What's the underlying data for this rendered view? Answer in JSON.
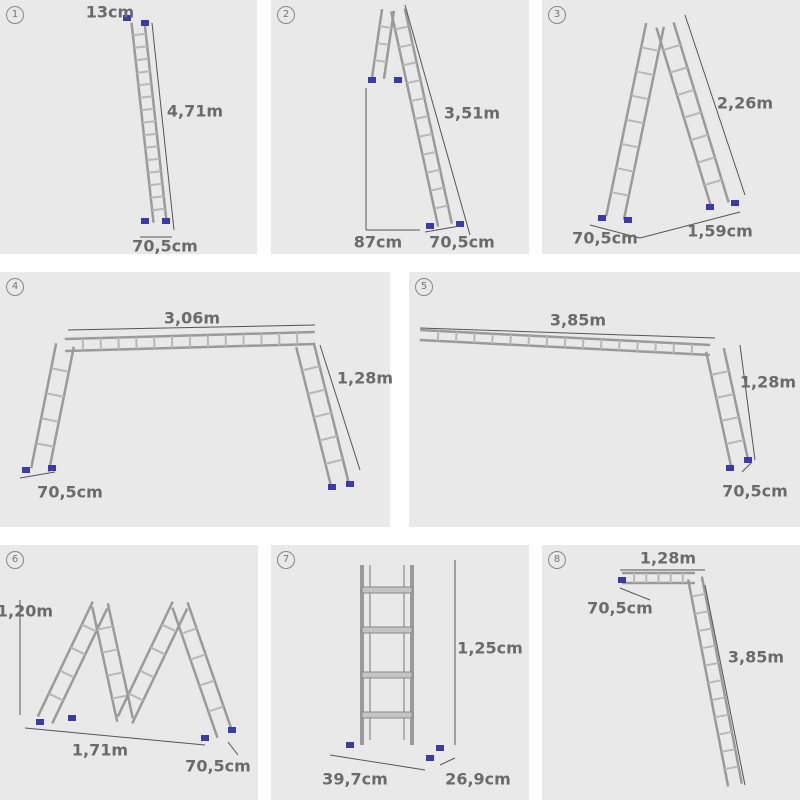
{
  "panels": [
    {
      "number": "1",
      "labels": [
        "13cm",
        "4,71m",
        "70,5cm"
      ]
    },
    {
      "number": "2",
      "labels": [
        "3,51m",
        "87cm",
        "70,5cm"
      ]
    },
    {
      "number": "3",
      "labels": [
        "2,26m",
        "70,5cm",
        "1,59cm"
      ]
    },
    {
      "number": "4",
      "labels": [
        "3,06m",
        "1,28m",
        "70,5cm"
      ]
    },
    {
      "number": "5",
      "labels": [
        "3,85m",
        "1,28m",
        "70,5cm"
      ]
    },
    {
      "number": "6",
      "labels": [
        "1,20m",
        "1,71m",
        "70,5cm"
      ]
    },
    {
      "number": "7",
      "labels": [
        "1,25cm",
        "39,7cm",
        "26,9cm"
      ]
    },
    {
      "number": "8",
      "labels": [
        "1,28m",
        "70,5cm",
        "3,85m"
      ]
    }
  ],
  "colors": {
    "background": "#e9e9e9",
    "text": "#6b6b6b",
    "feet": "#3a3aa8",
    "rail": "#b8b8b8"
  }
}
